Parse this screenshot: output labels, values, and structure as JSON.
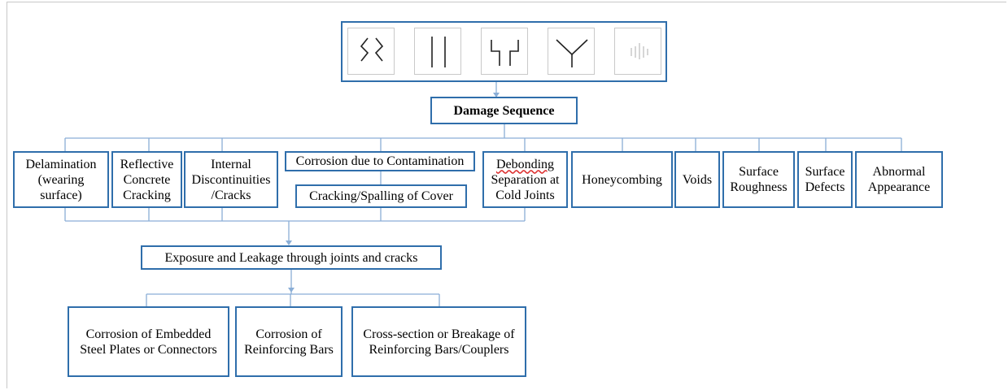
{
  "diagram": {
    "icons": [
      "crack-shapes-icon",
      "parallel-lines-icon",
      "stepped-crack-icon",
      "branching-crack-icon",
      "faint-lines-icon"
    ],
    "root": "Damage Sequence",
    "branches": {
      "delamination": "Delamination\n(wearing\nsurface)",
      "reflective": "Reflective\nConcrete\nCracking",
      "internal": "Internal\nDiscontinuities\n/Cracks",
      "corrosion_contamination": "Corrosion due to Contamination",
      "cracking_spalling": "Cracking/Spalling of Cover",
      "debonding_word": "Debonding",
      "debonding_rest": "Separation at\nCold Joints",
      "honeycombing": "Honeycombing",
      "voids": "Voids",
      "surface_roughness": "Surface\nRoughness",
      "surface_defects": "Surface\nDefects",
      "abnormal": "Abnormal\nAppearance"
    },
    "exposure": "Exposure and Leakage through joints and cracks",
    "outcomes": {
      "embedded": "Corrosion of Embedded\nSteel Plates or Connectors",
      "reinforcing": "Corrosion of\nReinforcing Bars",
      "cross_section": "Cross-section or Breakage of\nReinforcing Bars/Couplers"
    },
    "colors": {
      "box_border": "#2f6eab",
      "connector": "#8aaed6"
    }
  }
}
